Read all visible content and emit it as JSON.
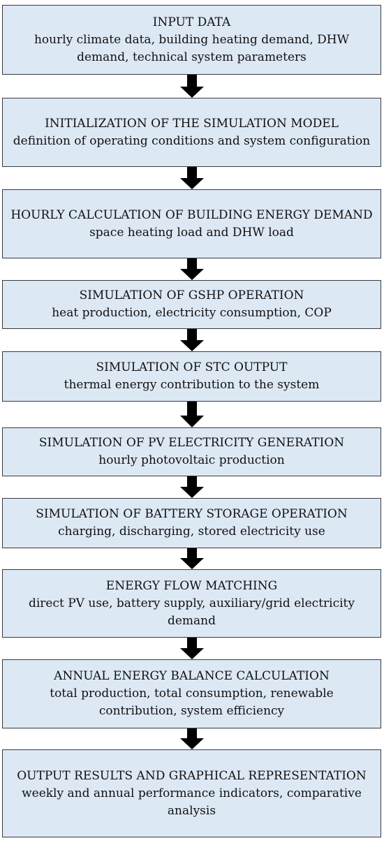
{
  "steps": [
    {
      "title": "INPUT DATA",
      "desc": "hourly climate data, building heating demand, DHW demand, technical system parameters"
    },
    {
      "title": "INITIALIZATION OF THE SIMULATION MODEL",
      "desc": "definition of operating conditions and system configuration"
    },
    {
      "title": "HOURLY CALCULATION OF BUILDING ENERGY DEMAND",
      "desc": "space heating load and DHW load"
    },
    {
      "title": "SIMULATION OF GSHP OPERATION",
      "desc": "heat production, electricity consumption, COP"
    },
    {
      "title": "SIMULATION OF STC OUTPUT",
      "desc": "thermal energy contribution to the system"
    },
    {
      "title": "SIMULATION OF PV ELECTRICITY GENERATION",
      "desc": "hourly photovoltaic production"
    },
    {
      "title": "SIMULATION OF BATTERY STORAGE OPERATION",
      "desc": "charging, discharging, stored electricity use"
    },
    {
      "title": "ENERGY FLOW MATCHING",
      "desc": "direct PV use, battery supply, auxiliary/grid electricity demand"
    },
    {
      "title": "ANNUAL ENERGY BALANCE CALCULATION",
      "desc": "total production, total consumption, renewable contribution, system efficiency"
    },
    {
      "title": "OUTPUT RESULTS AND GRAPHICAL REPRESENTATION",
      "desc": "weekly and annual performance indicators, comparative analysis"
    }
  ]
}
